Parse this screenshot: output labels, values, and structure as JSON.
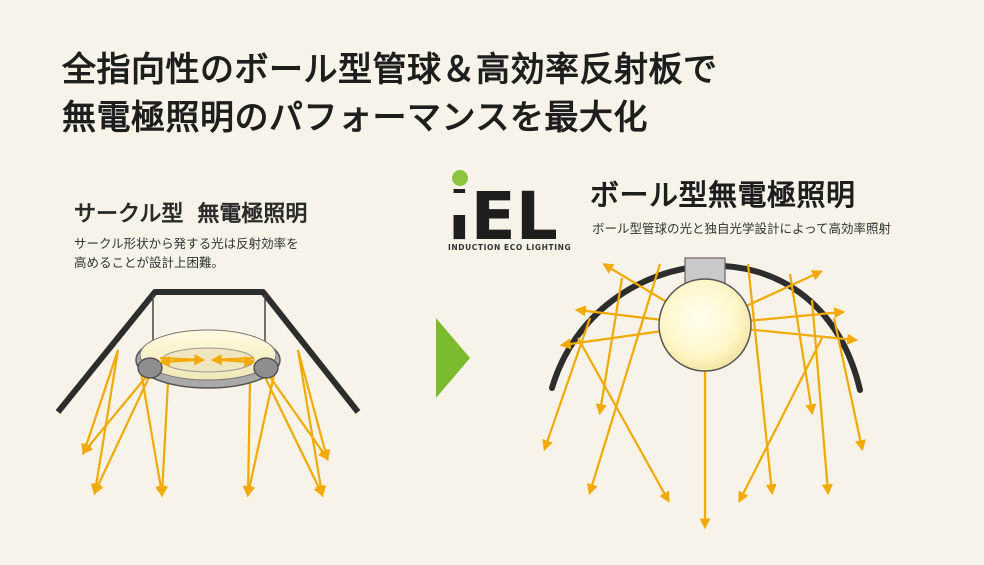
{
  "headline": {
    "line1": "全指向性のボール型管球＆高効率反射板で",
    "line2": "無電極照明のパフォーマンスを最大化"
  },
  "left_panel": {
    "title_part1": "サークル型",
    "title_part2": "無電極照明",
    "desc_line1": "サークル形状から発する光は反射効率を",
    "desc_line2": "高めることが設計上困難。"
  },
  "right_panel": {
    "logo_text": "iEL",
    "logo_tagline": "INDUCTION ECO LIGHTING",
    "title": "ボール型無電極照明",
    "desc": "ボール型管球の光と独自光学設計によって高効率照射"
  },
  "colors": {
    "background": "#f7f3e8",
    "ray": "#f2a900",
    "reflector": "#2d2d2d",
    "arrow": "#7cba2e",
    "logo_dot": "#8cc63f"
  },
  "icons": {
    "transition": "arrow-right-icon"
  }
}
